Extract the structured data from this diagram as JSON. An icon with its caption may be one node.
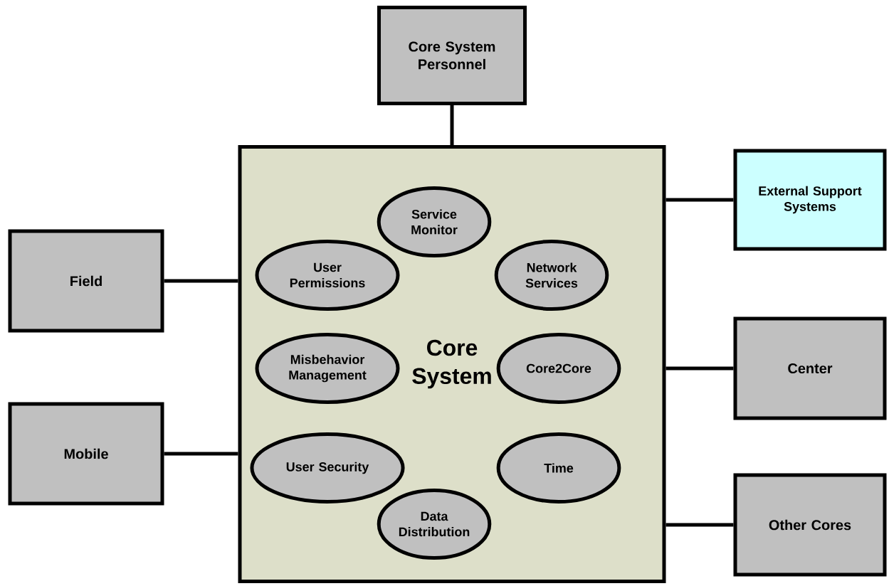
{
  "diagram": {
    "nodes": [
      {
        "text": [
          "Core System Personnel"
        ]
      },
      {
        "text": [
          "Core System"
        ]
      },
      {
        "text": [
          "Service Monitor"
        ],
        "in": 1
      },
      {
        "text": [
          "User Permissions"
        ],
        "in": 1
      },
      {
        "text": [
          "Network Services"
        ],
        "in": 1
      },
      {
        "text": [
          "Misbehavior Management"
        ],
        "in": 1
      },
      {
        "text": [
          "Core2Core"
        ],
        "in": 1
      },
      {
        "text": [
          "User Security"
        ],
        "in": 1
      },
      {
        "text": [
          "Time"
        ],
        "in": 1
      },
      {
        "text": [
          "Data Distribution"
        ],
        "in": 1
      },
      {
        "text": [
          "External Support Systems"
        ]
      },
      {
        "text": [
          "Field"
        ]
      },
      {
        "text": [
          "Center"
        ]
      },
      {
        "text": [
          "Mobile"
        ]
      },
      {
        "text": [
          "Other Cores"
        ]
      }
    ],
    "edges": [
      {
        "from": 0,
        "to": 1,
        "arrow": "none"
      },
      {
        "from": 1,
        "to": 10,
        "arrow": "none"
      },
      {
        "from": 11,
        "to": 1,
        "arrow": "none"
      },
      {
        "from": 1,
        "to": 12,
        "arrow": "none"
      },
      {
        "from": 13,
        "to": 1,
        "arrow": "none"
      },
      {
        "from": 1,
        "to": 14,
        "arrow": "none"
      }
    ]
  }
}
